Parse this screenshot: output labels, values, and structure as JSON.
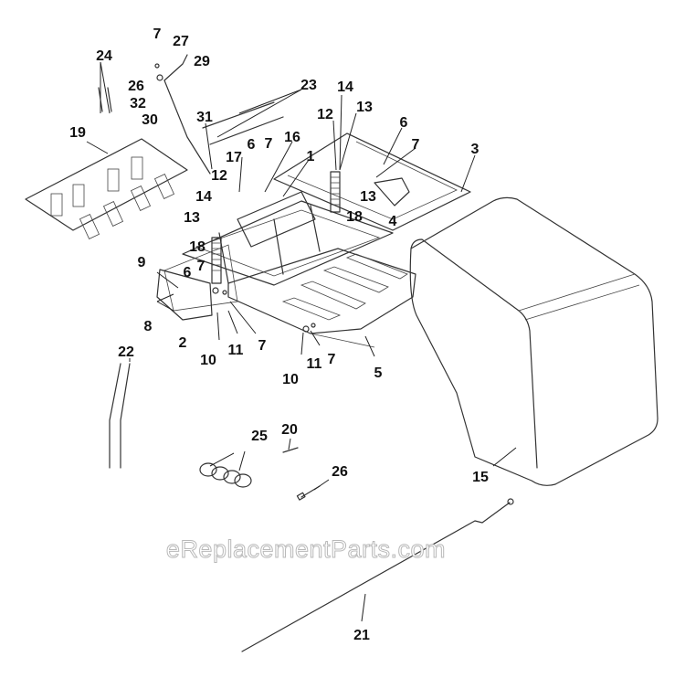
{
  "watermark": "eReplacementParts.com",
  "callouts": [
    {
      "id": "c7a",
      "label": "7"
    },
    {
      "id": "c27",
      "label": "27"
    },
    {
      "id": "c24",
      "label": "24"
    },
    {
      "id": "c29",
      "label": "29"
    },
    {
      "id": "c26a",
      "label": "26"
    },
    {
      "id": "c32",
      "label": "32"
    },
    {
      "id": "c30",
      "label": "30"
    },
    {
      "id": "c31",
      "label": "31"
    },
    {
      "id": "c23",
      "label": "23"
    },
    {
      "id": "c14a",
      "label": "14"
    },
    {
      "id": "c13a",
      "label": "13"
    },
    {
      "id": "c12a",
      "label": "12"
    },
    {
      "id": "c19",
      "label": "19"
    },
    {
      "id": "c6a",
      "label": "6"
    },
    {
      "id": "c7b",
      "label": "7"
    },
    {
      "id": "c16",
      "label": "16"
    },
    {
      "id": "c3",
      "label": "3"
    },
    {
      "id": "c6b",
      "label": "6"
    },
    {
      "id": "c7c",
      "label": "7"
    },
    {
      "id": "c17",
      "label": "17"
    },
    {
      "id": "c1",
      "label": "1"
    },
    {
      "id": "c12b",
      "label": "12"
    },
    {
      "id": "c13b",
      "label": "13"
    },
    {
      "id": "c14b",
      "label": "14"
    },
    {
      "id": "c18a",
      "label": "18"
    },
    {
      "id": "c4",
      "label": "4"
    },
    {
      "id": "c13c",
      "label": "13"
    },
    {
      "id": "c18b",
      "label": "18"
    },
    {
      "id": "c9",
      "label": "9"
    },
    {
      "id": "c7d",
      "label": "7"
    },
    {
      "id": "c6c",
      "label": "6"
    },
    {
      "id": "c8",
      "label": "8"
    },
    {
      "id": "c2",
      "label": "2"
    },
    {
      "id": "c10a",
      "label": "10"
    },
    {
      "id": "c11a",
      "label": "11"
    },
    {
      "id": "c7e",
      "label": "7"
    },
    {
      "id": "c22",
      "label": "22"
    },
    {
      "id": "c11b",
      "label": "11"
    },
    {
      "id": "c7f",
      "label": "7"
    },
    {
      "id": "c10b",
      "label": "10"
    },
    {
      "id": "c5",
      "label": "5"
    },
    {
      "id": "c20",
      "label": "20"
    },
    {
      "id": "c25",
      "label": "25"
    },
    {
      "id": "c26b",
      "label": "26"
    },
    {
      "id": "c15",
      "label": "15"
    },
    {
      "id": "c21",
      "label": "21"
    }
  ]
}
